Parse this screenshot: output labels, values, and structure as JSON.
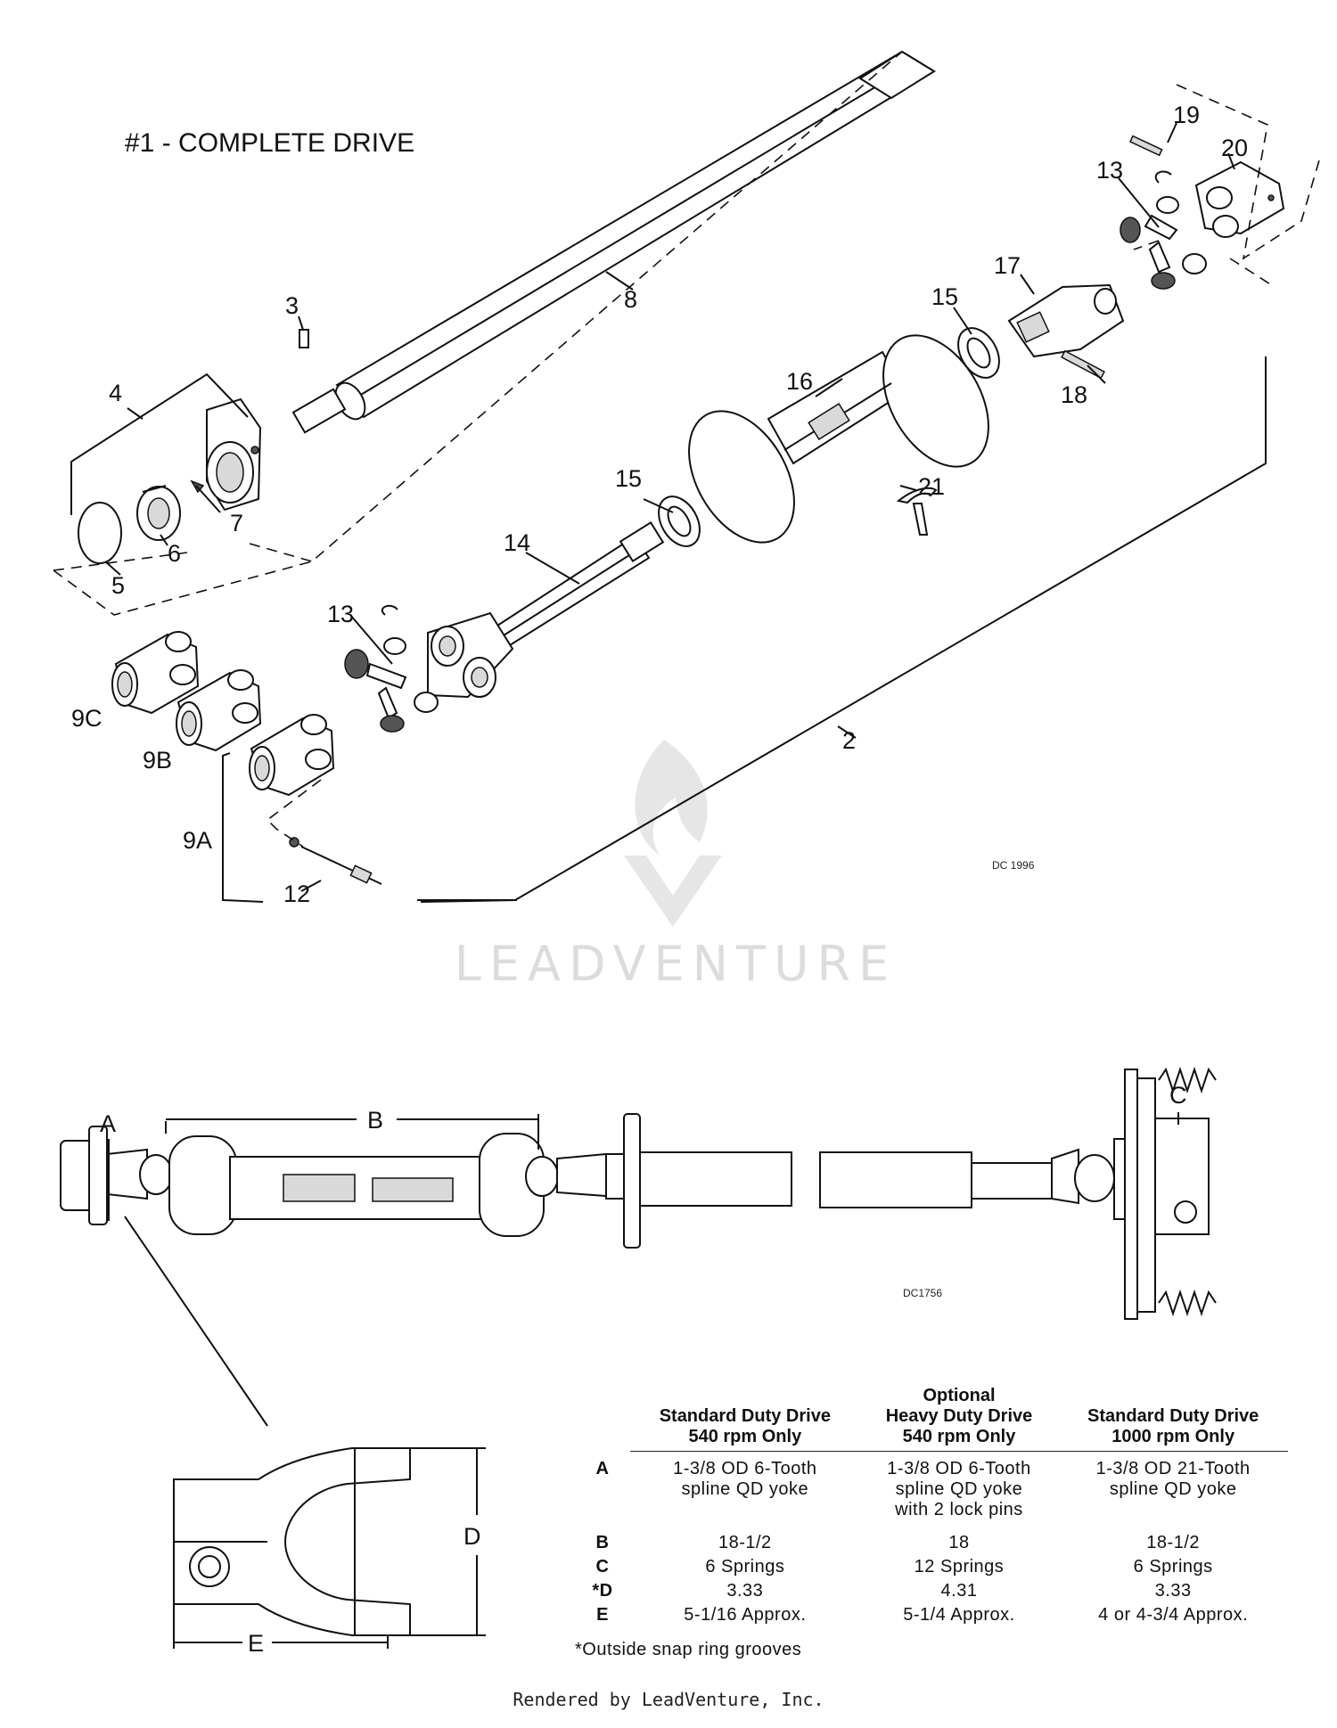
{
  "diagram": {
    "title": "#1 - COMPLETE DRIVE",
    "callouts": {
      "c2": "2",
      "c3": "3",
      "c4": "4",
      "c5": "5",
      "c6": "6",
      "c7": "7",
      "c8": "8",
      "c9a": "9A",
      "c9b": "9B",
      "c9c": "9C",
      "c12": "12",
      "c13a": "13",
      "c13b": "13",
      "c14": "14",
      "c15a": "15",
      "c15b": "15",
      "c16": "16",
      "c17": "17",
      "c18": "18",
      "c19": "19",
      "c20": "20",
      "c21": "21"
    },
    "drawing_code_top": "DC 1996",
    "drawing_code_bottom": "DC1756",
    "dimension_labels": {
      "a": "A",
      "b": "B",
      "c": "C",
      "d": "D",
      "e": "E"
    },
    "watermark": "LEADVENTURE"
  },
  "spec_table": {
    "headers": [
      "",
      "Standard Duty Drive\n540 rpm Only",
      "Optional\nHeavy Duty Drive\n540 rpm Only",
      "Standard Duty Drive\n1000 rpm Only"
    ],
    "rows": [
      {
        "key": "A",
        "values": [
          "1-3/8 OD 6-Tooth\nspline QD yoke",
          "1-3/8 OD 6-Tooth\nspline QD yoke\nwith 2 lock pins",
          "1-3/8 OD 21-Tooth\nspline QD yoke"
        ]
      },
      {
        "key": "B",
        "values": [
          "18-1/2",
          "18",
          "18-1/2"
        ]
      },
      {
        "key": "C",
        "values": [
          "6 Springs",
          "12 Springs",
          "6 Springs"
        ]
      },
      {
        "key": "*D",
        "values": [
          "3.33",
          "4.31",
          "3.33"
        ]
      },
      {
        "key": "E",
        "values": [
          "5-1/16 Approx.",
          "5-1/4 Approx.",
          "4 or 4-3/4 Approx."
        ]
      }
    ],
    "footnote": "*Outside snap ring grooves"
  },
  "footer": {
    "rendered_by": "Rendered by LeadVenture, Inc."
  }
}
